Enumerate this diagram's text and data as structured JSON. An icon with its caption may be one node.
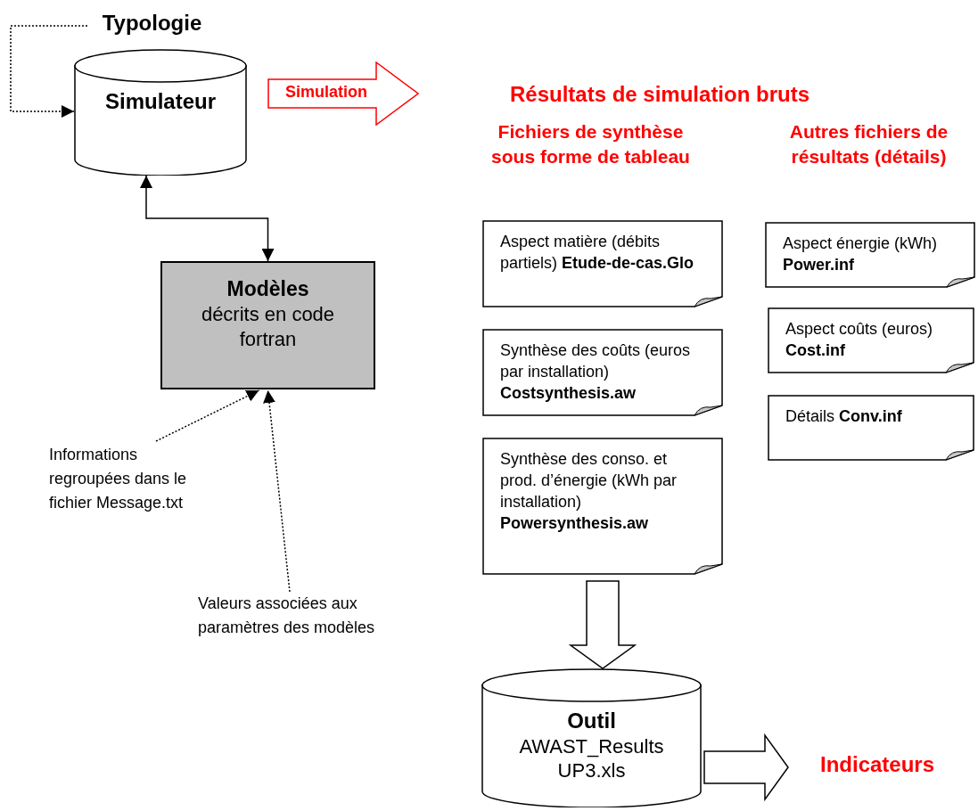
{
  "diagram": {
    "nodes": [
      {
        "text": [
          "Typologie"
        ]
      },
      {
        "text": [
          "Simulateur"
        ]
      },
      {
        "text": [
          "Simulation"
        ]
      },
      {
        "text": [
          "Modèles",
          "décrits en code fortran"
        ]
      },
      {
        "text": [
          "Informations regroupées dans le fichier Message.txt"
        ]
      },
      {
        "text": [
          "Valeurs associées aux paramètres des modèles"
        ]
      },
      {
        "text": [
          "Aspect matière (débits partiels) **Etude-de-cas.Glo**"
        ]
      },
      {
        "text": [
          "Synthèse des coûts (euros par installation) **Costsynthesis.aw**"
        ]
      },
      {
        "text": [
          "Synthèse des conso. et prod. d’énergie (kWh par installation) **Powersynthesis.aw**"
        ]
      },
      {
        "text": [
          "Aspect énergie (kWh) **Power.inf**"
        ]
      },
      {
        "text": [
          "Aspect coûts (euros) **Cost.inf**"
        ]
      },
      {
        "text": [
          "Détails **Conv.inf**"
        ]
      },
      {
        "text": [
          "Outil",
          "AWAST_Results UP3.xls"
        ]
      },
      {
        "text": [
          "Indicateurs"
        ]
      }
    ],
    "edges": [
      {
        "from": 0,
        "to": 1,
        "arrow": "to",
        "style": "dashed"
      },
      {
        "from": 1,
        "to": 3,
        "arrow": "both"
      },
      {
        "from": 4,
        "to": 3,
        "arrow": "to",
        "style": "dashed"
      },
      {
        "from": 5,
        "to": 3,
        "arrow": "to",
        "style": "dashed"
      },
      {
        "from": 8,
        "to": 12,
        "arrow": "to",
        "style": "thick"
      },
      {
        "from": 12,
        "to": 13,
        "arrow": "to",
        "style": "thick"
      }
    ],
    "labels": [
      "Résultats de simulation bruts",
      "Fichiers de synthèse sous forme de tableau",
      "Autres fichiers de résultats (détails)"
    ]
  }
}
